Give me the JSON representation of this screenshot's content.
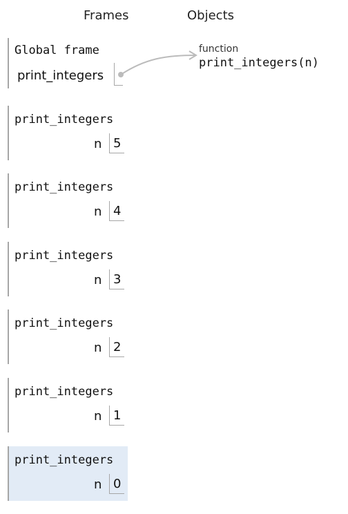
{
  "headers": {
    "frames": "Frames",
    "objects": "Objects"
  },
  "global_frame": {
    "title": "Global frame",
    "var_name": "print_integers"
  },
  "function_object": {
    "type_label": "function",
    "signature": "print_integers(n)"
  },
  "frames": [
    {
      "title": "print_integers",
      "var": "n",
      "value": "5"
    },
    {
      "title": "print_integers",
      "var": "n",
      "value": "4"
    },
    {
      "title": "print_integers",
      "var": "n",
      "value": "3"
    },
    {
      "title": "print_integers",
      "var": "n",
      "value": "2"
    },
    {
      "title": "print_integers",
      "var": "n",
      "value": "1"
    },
    {
      "title": "print_integers",
      "var": "n",
      "value": "0",
      "active": true
    }
  ],
  "colors": {
    "active_frame_bg": "#e2ebf6",
    "frame_border": "#a6a6a6",
    "pointer": "#bbbbbb"
  }
}
